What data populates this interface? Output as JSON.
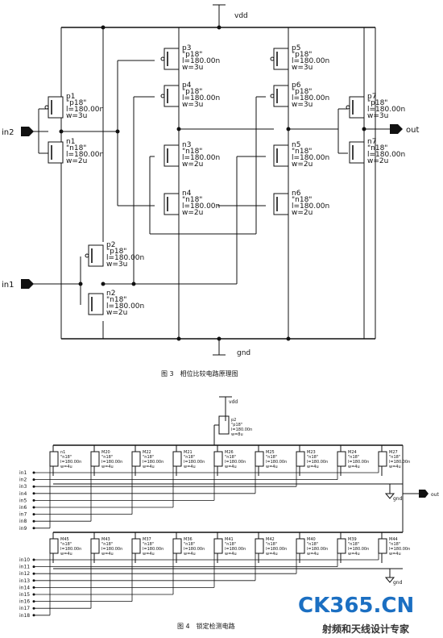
{
  "figure3": {
    "caption": "图 3　相位比较电路原理图",
    "vdd": "vdd",
    "gnd": "gnd",
    "ports": {
      "in2": "in2",
      "in1": "in1",
      "out": "out"
    },
    "transistors": [
      {
        "name": "p1",
        "model": "\"p18\"",
        "l": "l=180.00n",
        "w": "w=3u"
      },
      {
        "name": "n1",
        "model": "\"n18\"",
        "l": "l=180.00n",
        "w": "w=2u"
      },
      {
        "name": "p3",
        "model": "\"p18\"",
        "l": "l=180.00n",
        "w": "w=3u"
      },
      {
        "name": "p4",
        "model": "\"p18\"",
        "l": "l=180.00n",
        "w": "w=3u"
      },
      {
        "name": "n3",
        "model": "\"n18\"",
        "l": "l=180.00n",
        "w": "w=2u"
      },
      {
        "name": "n4",
        "model": "\"n18\"",
        "l": "l=180.00n",
        "w": "w=2u"
      },
      {
        "name": "p5",
        "model": "\"p18\"",
        "l": "l=180.00n",
        "w": "w=3u"
      },
      {
        "name": "p6",
        "model": "\"p18\"",
        "l": "l=180.00n",
        "w": "w=3u"
      },
      {
        "name": "n5",
        "model": "\"n18\"",
        "l": "l=180.00n",
        "w": "w=2u"
      },
      {
        "name": "n6",
        "model": "\"n18\"",
        "l": "l=180.00n",
        "w": "w=2u"
      },
      {
        "name": "p7",
        "model": "\"p18\"",
        "l": "l=180.00n",
        "w": "w=3u"
      },
      {
        "name": "n7",
        "model": "\"n18\"",
        "l": "l=180.00n",
        "w": "w=2u"
      },
      {
        "name": "p2",
        "model": "\"p18\"",
        "l": "l=180.00n",
        "w": "w=3u"
      },
      {
        "name": "n2",
        "model": "\"n18\"",
        "l": "l=180.00n",
        "w": "w=2u"
      }
    ]
  },
  "figure4": {
    "caption": "图 4　锁定检测电路",
    "vdd": "vdd",
    "gnd": "gnd",
    "out": "out",
    "pmos": {
      "name": "p2",
      "model": "\"p18\"",
      "l": "l=180.00n",
      "w": "w=8u"
    },
    "row1": [
      {
        "name": "n1"
      },
      {
        "name": "M20"
      },
      {
        "name": "M22"
      },
      {
        "name": "M21"
      },
      {
        "name": "M26"
      },
      {
        "name": "M25"
      },
      {
        "name": "M23"
      },
      {
        "name": "M24"
      },
      {
        "name": "M27"
      }
    ],
    "row2": [
      {
        "name": "M45"
      },
      {
        "name": "M43"
      },
      {
        "name": "M37"
      },
      {
        "name": "M36"
      },
      {
        "name": "M41"
      },
      {
        "name": "M42"
      },
      {
        "name": "M40"
      },
      {
        "name": "M39"
      },
      {
        "name": "M44"
      }
    ],
    "nmos_model": "\"n18\"",
    "nmos_l": "l=180.00n",
    "nmos_w": "w=4u",
    "inputs_row1": [
      "in1",
      "in2",
      "in3",
      "in4",
      "in5",
      "in6",
      "in7",
      "in8",
      "in9"
    ],
    "inputs_row2": [
      "in10",
      "in11",
      "in12",
      "in13",
      "in14",
      "in15",
      "in16",
      "in17",
      "in18"
    ]
  },
  "watermark": {
    "logo": "CK365.CN",
    "subtitle": "射频和天线设计专家"
  }
}
